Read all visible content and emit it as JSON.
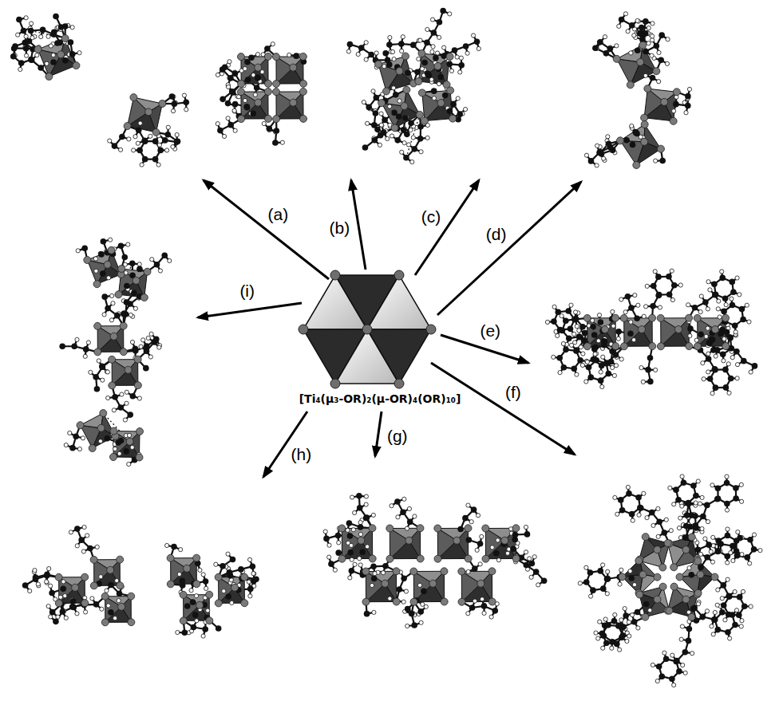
{
  "diagram": {
    "labels": [
      "(a)",
      "(b)",
      "(c)",
      "(d)",
      "(e)",
      "(f)",
      "(g)",
      "(h)",
      "(i)",
      "[Ti₄(μ₃-OR)₂(μ-OR)₄(OR)₁₀]"
    ]
  }
}
